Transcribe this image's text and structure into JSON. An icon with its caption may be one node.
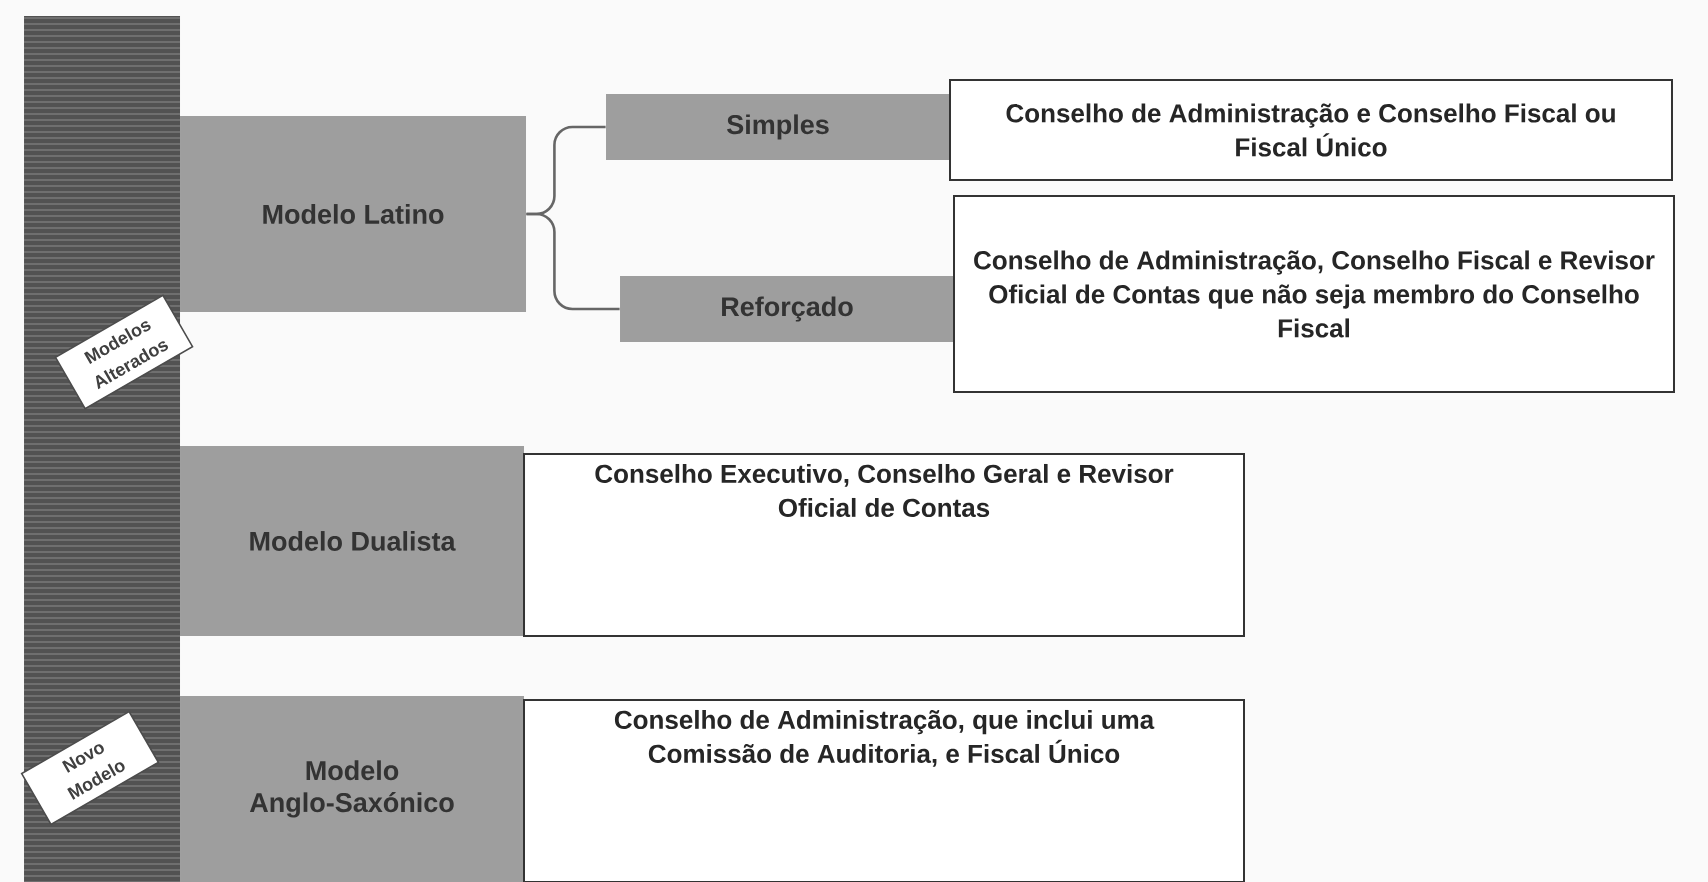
{
  "diagram": {
    "nodes": [
      {
        "text": [
          "Modelo Latino"
        ]
      },
      {
        "text": [
          "Simples"
        ]
      },
      {
        "text": [
          "Reforçado"
        ]
      },
      {
        "text": [
          "Conselho de Administração e Conselho Fiscal ou Fiscal Único"
        ]
      },
      {
        "text": [
          "Conselho de Administração, Conselho Fiscal e Revisor Oficial de Contas que não seja membro do Conselho Fiscal"
        ]
      },
      {
        "text": [
          "Modelos Alterados"
        ]
      },
      {
        "text": [
          "Modelo Dualista"
        ]
      },
      {
        "text": [
          "Conselho Executivo, Conselho Geral e Revisor Oficial de Contas"
        ]
      },
      {
        "text": [
          "Novo Modelo"
        ]
      },
      {
        "text": [
          "Modelo Anglo-Saxónico"
        ]
      },
      {
        "text": [
          "Conselho de Administração, que inclui uma Comissão de Auditoria, e Fiscal Único"
        ]
      }
    ],
    "edges": [
      {
        "from": 0,
        "to": 1,
        "arrow": "none"
      },
      {
        "from": 0,
        "to": 2,
        "arrow": "none"
      }
    ]
  }
}
